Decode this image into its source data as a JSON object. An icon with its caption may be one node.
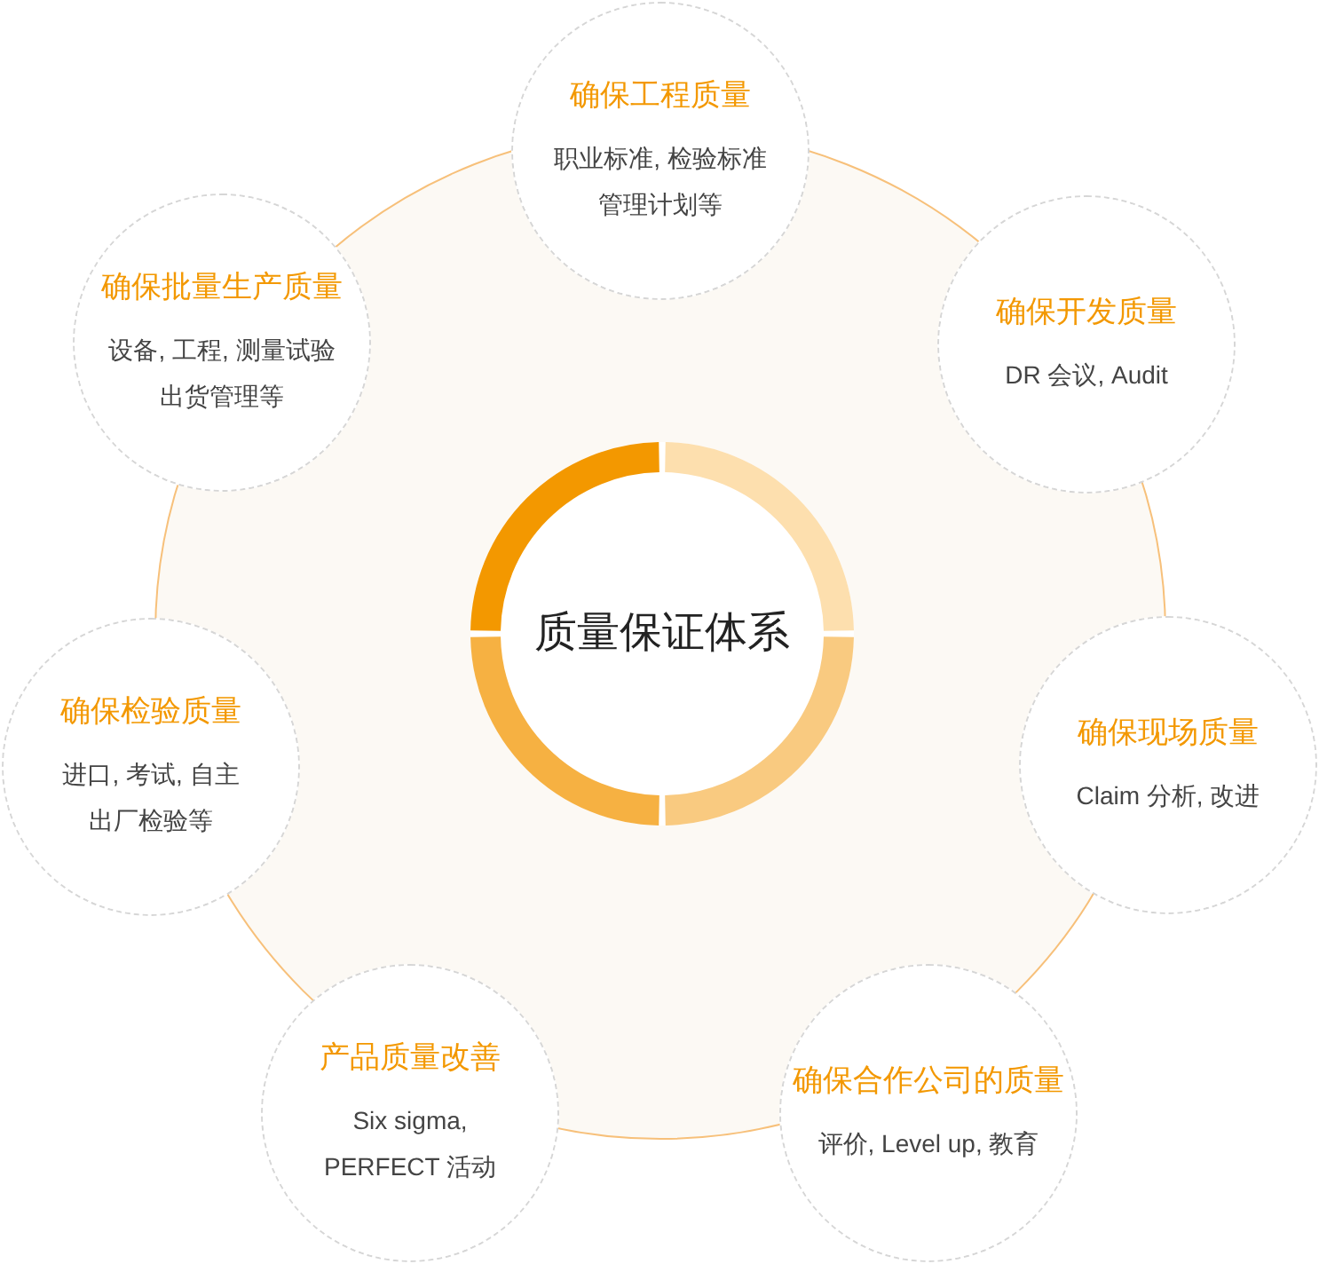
{
  "diagram": {
    "nodes": [
      {
        "text": [
          "质量保证体系"
        ]
      },
      {
        "text": [
          "确保工程质量",
          "职业标准, 检验标准管理计划等"
        ]
      },
      {
        "text": [
          "确保开发质量",
          "DR 会议, Audit"
        ]
      },
      {
        "text": [
          "确保现场质量",
          "Claim 分析, 改进"
        ]
      },
      {
        "text": [
          "确保合作公司的质量",
          "评价, Level up, 教育"
        ]
      },
      {
        "text": [
          "产品质量改善",
          "Six sigma, PERFECT 活动"
        ]
      },
      {
        "text": [
          "确保检验质量",
          "进口, 考试, 自主出厂检验等"
        ]
      },
      {
        "text": [
          "确保批量生产质量",
          "设备, 工程, 测量试验出货管理等"
        ]
      }
    ]
  }
}
